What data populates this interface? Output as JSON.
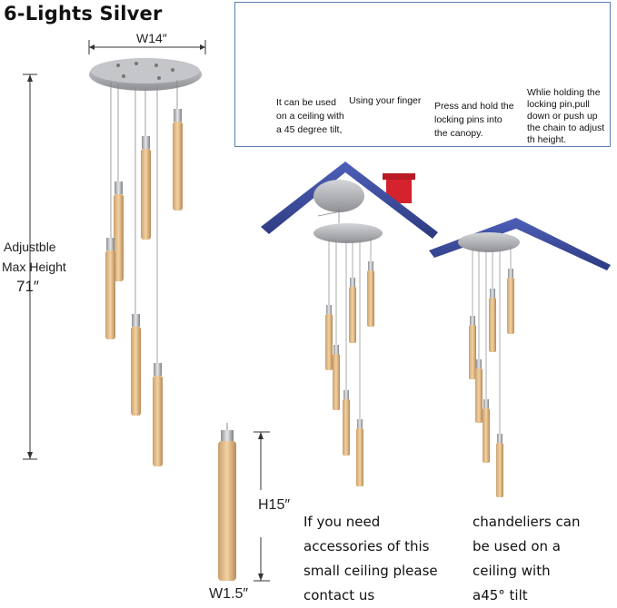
{
  "title": "6-Lights Silver",
  "dimensions": {
    "canopy_width": "W14″",
    "height_line1": "Adjustble",
    "height_line2": "Max Height",
    "height_value": "71″",
    "tube_height": "H15″",
    "tube_width": "W1.5″"
  },
  "instructions": {
    "step1": [
      "It can be used",
      "on a ceiling with",
      "a 45 degree tilt,"
    ],
    "step2": [
      "Using your finger"
    ],
    "step3": [
      "Press and hold the",
      "locking pins into",
      "the canopy."
    ],
    "step4": [
      "Whlie holding the",
      "locking pin,pull",
      "down or push up",
      "the chain to adjust",
      "th height."
    ]
  },
  "notes": {
    "accessories": [
      "If you need",
      "accessories of this",
      "small ceiling please",
      "contact us"
    ],
    "tilt": [
      "chandeliers can",
      "be used on a",
      "ceiling with",
      "a45°  tilt"
    ]
  },
  "colors": {
    "roof": "#3e4fa0",
    "chimney": "#d4222e",
    "canopy": "#a9abae",
    "tube_glow": "#e9b97a",
    "box_border": "#5a7fb0"
  }
}
